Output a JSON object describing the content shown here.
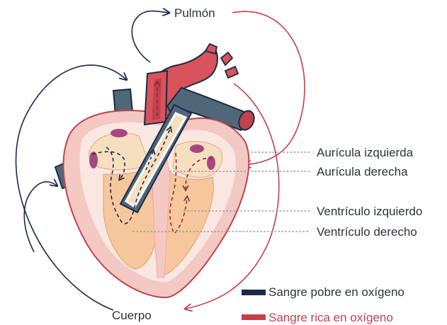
{
  "labels": {
    "lung": "Pulmón",
    "body": "Cuerpo",
    "left_atrium": "Aurícula izquierda",
    "right_atrium": "Aurícula derecha",
    "left_ventricle": "Ventrículo izquierdo",
    "right_ventricle": "Ventrículo derecho"
  },
  "legend": {
    "oxygen_poor": {
      "label": "Sangre pobre en oxígeno",
      "color": "#1c2a48"
    },
    "oxygen_rich": {
      "label": "Sangre rica en oxígeno",
      "color": "#c2414c"
    }
  },
  "colors": {
    "outline_navy": "#1c2a48",
    "circulation_red": "#c2414c",
    "heart_wall": "#f4c9c3",
    "heart_inner": "#f6dfbf",
    "vessel_blue": "#4e6878",
    "aorta_red": "#d8535b",
    "valve_purple": "#a8477d"
  }
}
